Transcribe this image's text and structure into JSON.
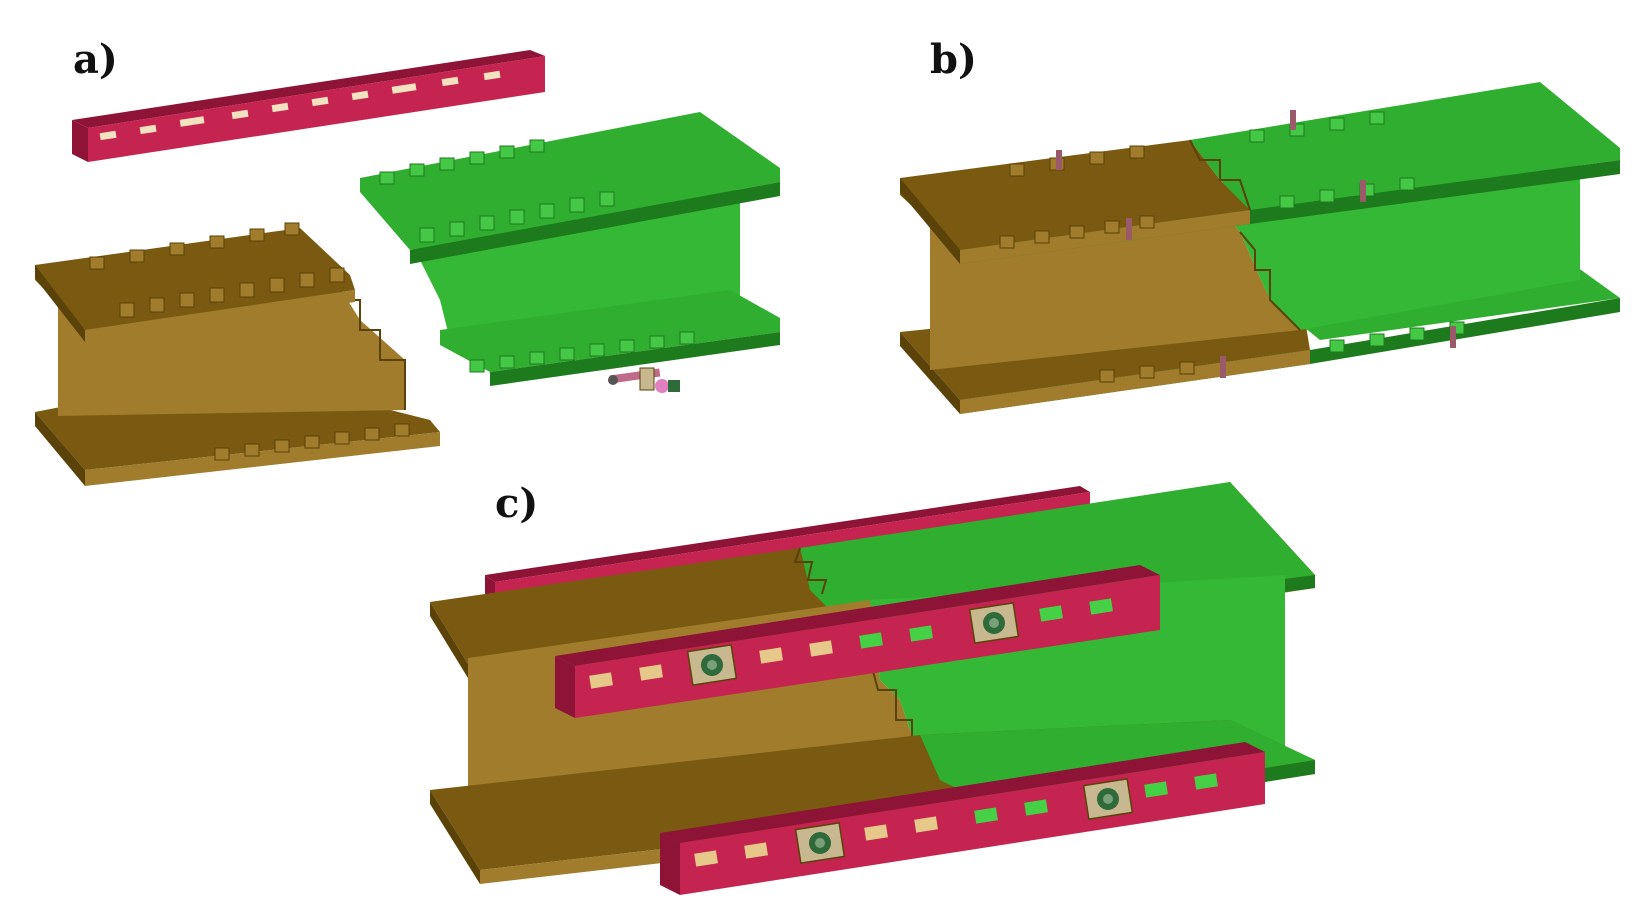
{
  "labels": {
    "a": "a)",
    "b": "b)",
    "c": "c)"
  },
  "colors": {
    "brown_top": "#7a5a10",
    "brown_face": "#a07c2c",
    "brown_edge": "#5a4208",
    "green_top": "#2fae2f",
    "green_face": "#35b835",
    "green_edge": "#1d7a1d",
    "red": "#c4244f",
    "red_dark": "#8e1437",
    "slot": "#e6c98a",
    "slot_green": "#45d045",
    "bolt_plate": "#c8b890",
    "nut": "#2f6a3a"
  }
}
